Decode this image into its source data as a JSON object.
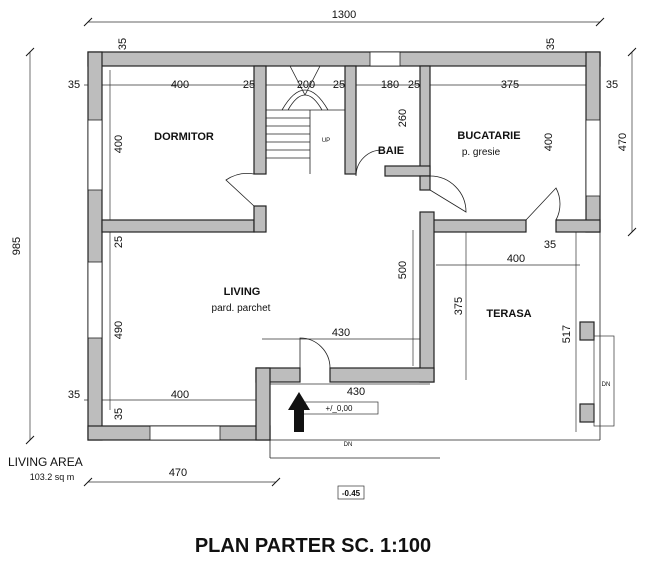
{
  "title": "PLAN PARTER  SC. 1:100",
  "rooms": {
    "dormitor": "DORMITOR",
    "baie": "BAIE",
    "bucatarie": "BUCATARIE",
    "bucatarie_sub": "p. gresie",
    "living": "LIVING",
    "living_sub": "pard. parchet",
    "terasa": "TERASA"
  },
  "living_area": {
    "label": "LIVING AREA",
    "value": "103.2 sq m"
  },
  "labels": {
    "up": "UP",
    "dn_stairs": "DN",
    "dn_terrace": "DN",
    "level_main": "+/_0,00",
    "level_ground": "-0.45"
  },
  "dims": {
    "d1300": "1300",
    "d985": "985",
    "d470_right": "470",
    "d470_bottom": "470",
    "d35_top_left": "35",
    "d35_top_right": "35",
    "d35_left_top": "35",
    "d35_right_top": "35",
    "d35_left_bottom": "35",
    "d35_bottom_inner": "35",
    "d35_terrace": "35",
    "d400_dorm": "400",
    "d25_a": "25",
    "d200": "200",
    "d25_b": "25",
    "d180": "180",
    "d25_c": "25",
    "d375_kitchen": "375",
    "d260": "260",
    "d400_dorm_v": "400",
    "d400_kitchen_v": "400",
    "d25_left": "25",
    "d500": "500",
    "d400_terrace": "400",
    "d375_terrace": "375",
    "d517": "517",
    "d490": "490",
    "d430_upper": "430",
    "d430_lower": "430",
    "d400_living": "400"
  }
}
